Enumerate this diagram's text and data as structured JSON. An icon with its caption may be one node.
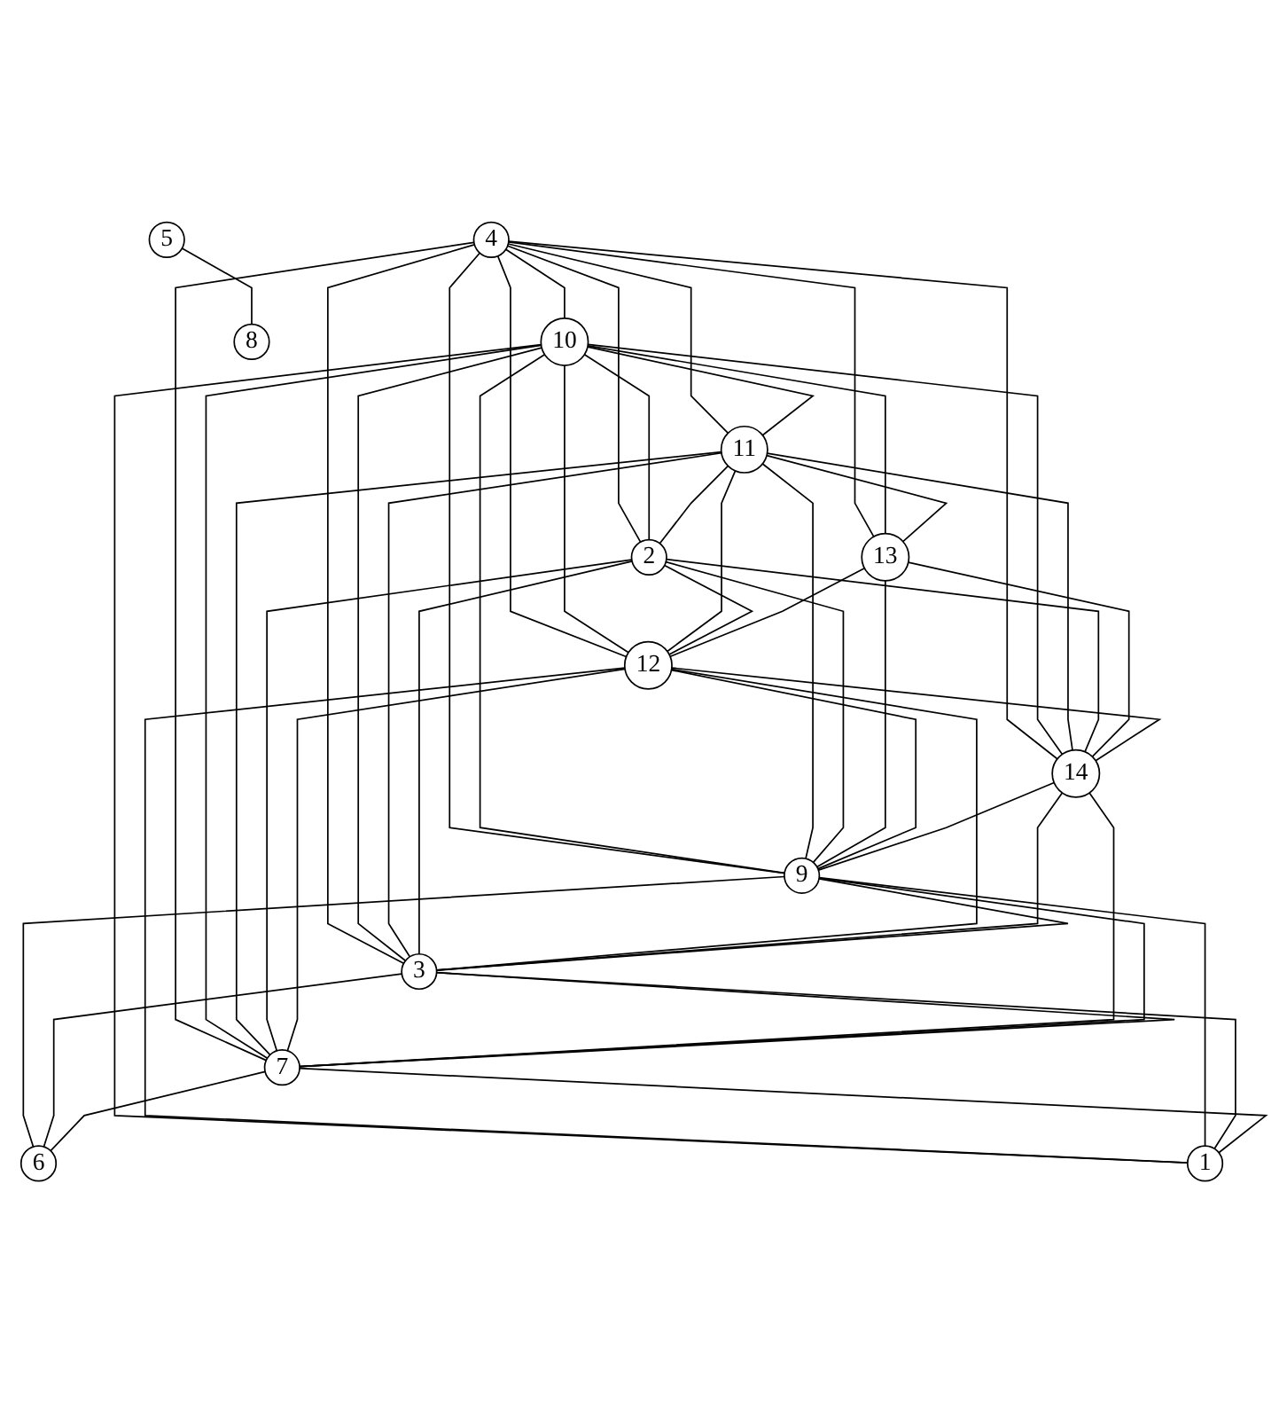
{
  "diagram": {
    "nodes": [
      {
        "text": [
          "4"
        ]
      },
      {
        "text": [
          "10"
        ]
      },
      {
        "text": [
          "11"
        ]
      },
      {
        "text": [
          "2"
        ]
      },
      {
        "text": [
          "13"
        ]
      },
      {
        "text": [
          "12"
        ]
      },
      {
        "text": [
          "14"
        ]
      },
      {
        "text": [
          "9"
        ]
      },
      {
        "text": [
          "3"
        ]
      },
      {
        "text": [
          "7"
        ]
      },
      {
        "text": [
          "6"
        ]
      },
      {
        "text": [
          "1"
        ]
      },
      {
        "text": [
          "5"
        ]
      },
      {
        "text": [
          "8"
        ]
      }
    ],
    "edges": [
      {
        "from": 0,
        "to": 1,
        "arrow": "none"
      },
      {
        "from": 0,
        "to": 2,
        "arrow": "none"
      },
      {
        "from": 0,
        "to": 3,
        "arrow": "none"
      },
      {
        "from": 0,
        "to": 5,
        "arrow": "none"
      },
      {
        "from": 0,
        "to": 7,
        "arrow": "none"
      },
      {
        "from": 0,
        "to": 9,
        "arrow": "none"
      },
      {
        "from": 0,
        "to": 8,
        "arrow": "none"
      },
      {
        "from": 0,
        "to": 6,
        "arrow": "none"
      },
      {
        "from": 0,
        "to": 4,
        "arrow": "none"
      },
      {
        "from": 1,
        "to": 2,
        "arrow": "none"
      },
      {
        "from": 1,
        "to": 3,
        "arrow": "none"
      },
      {
        "from": 1,
        "to": 5,
        "arrow": "none"
      },
      {
        "from": 1,
        "to": 7,
        "arrow": "none"
      },
      {
        "from": 1,
        "to": 9,
        "arrow": "none"
      },
      {
        "from": 1,
        "to": 11,
        "arrow": "none"
      },
      {
        "from": 1,
        "to": 8,
        "arrow": "none"
      },
      {
        "from": 1,
        "to": 6,
        "arrow": "none"
      },
      {
        "from": 1,
        "to": 4,
        "arrow": "none"
      },
      {
        "from": 2,
        "to": 3,
        "arrow": "none"
      },
      {
        "from": 2,
        "to": 5,
        "arrow": "none"
      },
      {
        "from": 2,
        "to": 7,
        "arrow": "none"
      },
      {
        "from": 2,
        "to": 9,
        "arrow": "none"
      },
      {
        "from": 2,
        "to": 8,
        "arrow": "none"
      },
      {
        "from": 2,
        "to": 6,
        "arrow": "none"
      },
      {
        "from": 2,
        "to": 4,
        "arrow": "none"
      },
      {
        "from": 3,
        "to": 5,
        "arrow": "none"
      },
      {
        "from": 3,
        "to": 7,
        "arrow": "none"
      },
      {
        "from": 3,
        "to": 9,
        "arrow": "none"
      },
      {
        "from": 3,
        "to": 6,
        "arrow": "none"
      },
      {
        "from": 3,
        "to": 8,
        "arrow": "none"
      },
      {
        "from": 4,
        "to": 5,
        "arrow": "none"
      },
      {
        "from": 4,
        "to": 7,
        "arrow": "none"
      },
      {
        "from": 4,
        "to": 6,
        "arrow": "none"
      },
      {
        "from": 5,
        "to": 6,
        "arrow": "none"
      },
      {
        "from": 5,
        "to": 7,
        "arrow": "none"
      },
      {
        "from": 5,
        "to": 9,
        "arrow": "none"
      },
      {
        "from": 5,
        "to": 11,
        "arrow": "none"
      },
      {
        "from": 5,
        "to": 8,
        "arrow": "none"
      },
      {
        "from": 6,
        "to": 7,
        "arrow": "none"
      },
      {
        "from": 6,
        "to": 9,
        "arrow": "none"
      },
      {
        "from": 6,
        "to": 8,
        "arrow": "none"
      },
      {
        "from": 7,
        "to": 8,
        "arrow": "none"
      },
      {
        "from": 7,
        "to": 9,
        "arrow": "none"
      },
      {
        "from": 7,
        "to": 11,
        "arrow": "none"
      },
      {
        "from": 7,
        "to": 10,
        "arrow": "none"
      },
      {
        "from": 8,
        "to": 9,
        "arrow": "none"
      },
      {
        "from": 8,
        "to": 10,
        "arrow": "none"
      },
      {
        "from": 8,
        "to": 11,
        "arrow": "none"
      },
      {
        "from": 9,
        "to": 10,
        "arrow": "none"
      },
      {
        "from": 9,
        "to": 11,
        "arrow": "none"
      },
      {
        "from": 12,
        "to": 13,
        "arrow": "none"
      }
    ]
  }
}
